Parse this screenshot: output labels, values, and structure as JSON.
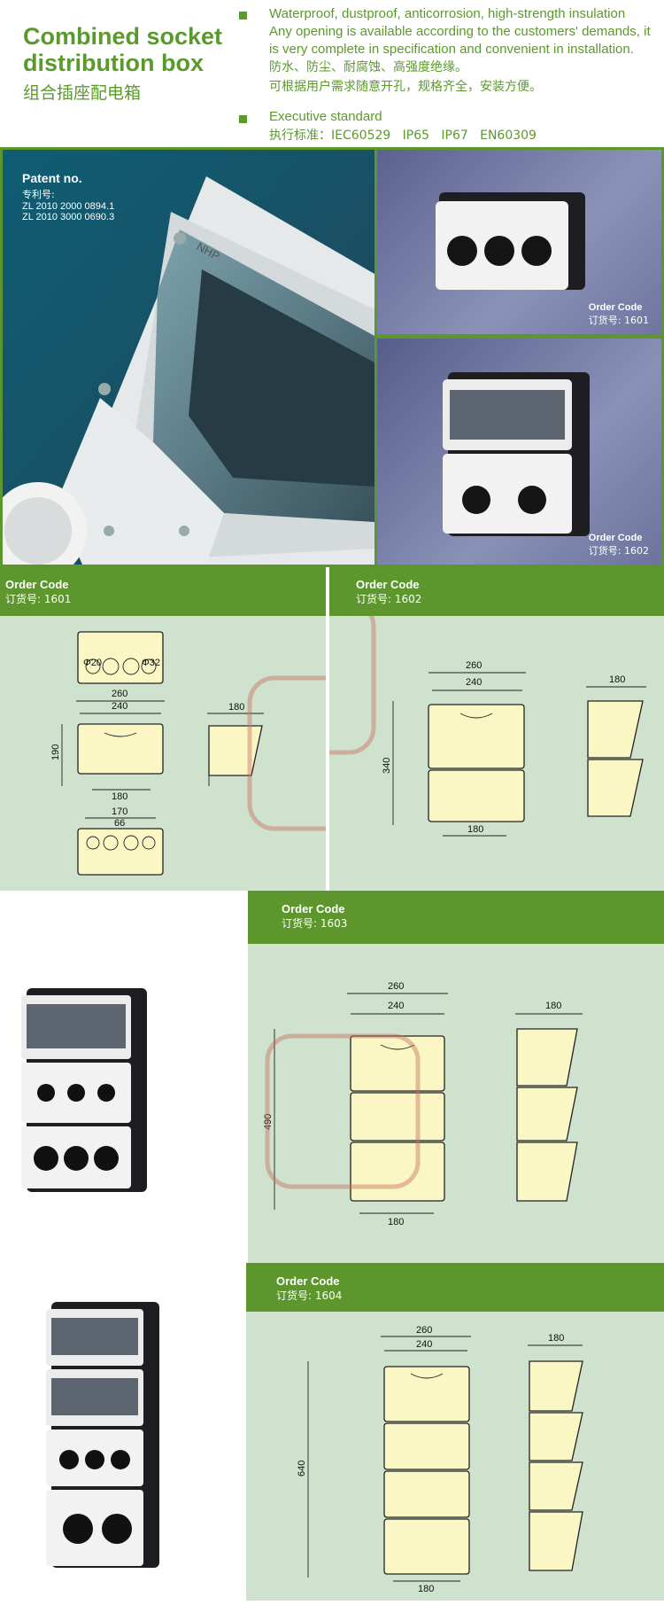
{
  "header": {
    "title_line1": "Combined socket",
    "title_line2": "distribution box",
    "title_cn": "组合插座配电箱",
    "desc_line1": "Waterproof, dustproof, anticorrosion, high-strength insulation",
    "desc_line2": "Any opening is available according to the customers' demands, it",
    "desc_line3": "is very complete in specification and convenient in installation.",
    "desc_cn1": "防水、防尘、耐腐蚀、高强度绝缘。",
    "desc_cn2": "可根据用户需求随意开孔，规格齐全，安装方便。",
    "std_label": "Executive standard",
    "std_cn": "执行标准：IEC60529   IP65   IP67   EN60309"
  },
  "patent": {
    "title": "Patent no.",
    "cn": "专利号:",
    "no1": "ZL 2010 2000 0894.1",
    "no2": "ZL 2010 3000 0690.3",
    "brand": "NHP"
  },
  "photos": {
    "p1601_code": "Order Code",
    "p1601_num": "订货号: 1601",
    "p1602_code": "Order Code",
    "p1602_num": "订货号: 1602"
  },
  "sections": {
    "s1601": {
      "code": "Order Code",
      "num": "订货号: 1601"
    },
    "s1602": {
      "code": "Order Code",
      "num": "订货号: 1602"
    },
    "s1603": {
      "code": "Order Code",
      "num": "订货号: 1603"
    },
    "s1604": {
      "code": "Order Code",
      "num": "订货号: 1604"
    }
  },
  "dims": {
    "d1601": {
      "w260": "260",
      "w240": "240",
      "h190": "190",
      "b180": "180",
      "b170": "170",
      "b66": "66",
      "s180": "180",
      "phi20": "Φ20",
      "phi32": "Φ32"
    },
    "d1602": {
      "w260": "260",
      "w240": "240",
      "h340": "340",
      "b180": "180",
      "s180": "180"
    },
    "d1603": {
      "w260": "260",
      "w240": "240",
      "h490": "490",
      "b180": "180",
      "s180": "180"
    },
    "d1604": {
      "w260": "260",
      "w240": "240",
      "h640": "640",
      "b180": "180",
      "s180": "180"
    }
  },
  "colors": {
    "accent": "#5c962c",
    "panel": "#cfe2cd",
    "box": "#fbf7c4"
  }
}
